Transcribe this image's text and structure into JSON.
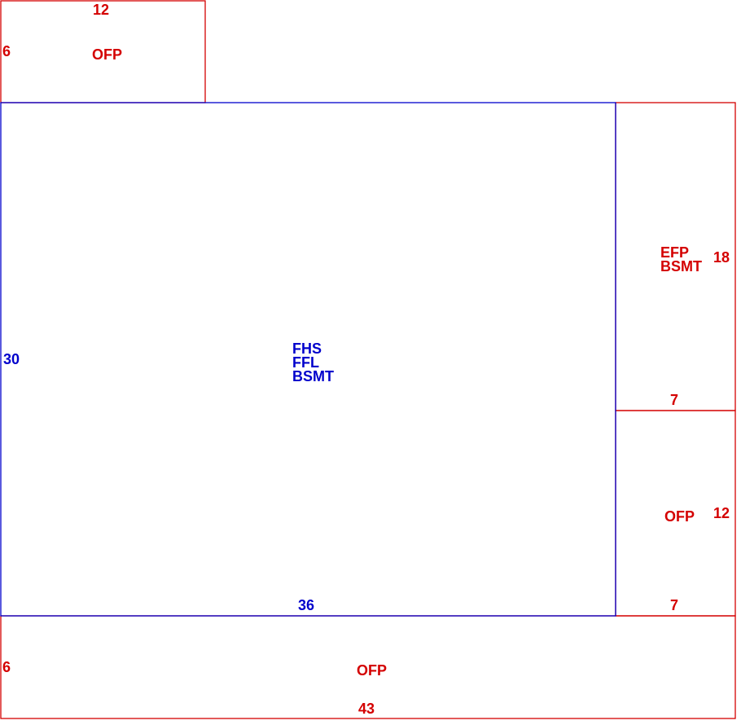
{
  "sketch": {
    "main": {
      "labels": [
        "FHS",
        "FFL",
        "BSMT"
      ],
      "dim_side": "30",
      "dim_bottom": "36",
      "color": "#0000cc"
    },
    "top_porch": {
      "label": "OFP",
      "dim_side": "6",
      "dim_top": "12",
      "color": "#d40000"
    },
    "right_upper": {
      "labels": [
        "EFP",
        "BSMT"
      ],
      "dim_side": "18",
      "dim_bottom": "7",
      "color": "#d40000"
    },
    "right_lower": {
      "label": "OFP",
      "dim_side": "12",
      "dim_bottom": "7",
      "color": "#d40000"
    },
    "bottom_porch": {
      "label": "OFP",
      "dim_side": "6",
      "dim_bottom": "43",
      "color": "#d40000"
    }
  }
}
